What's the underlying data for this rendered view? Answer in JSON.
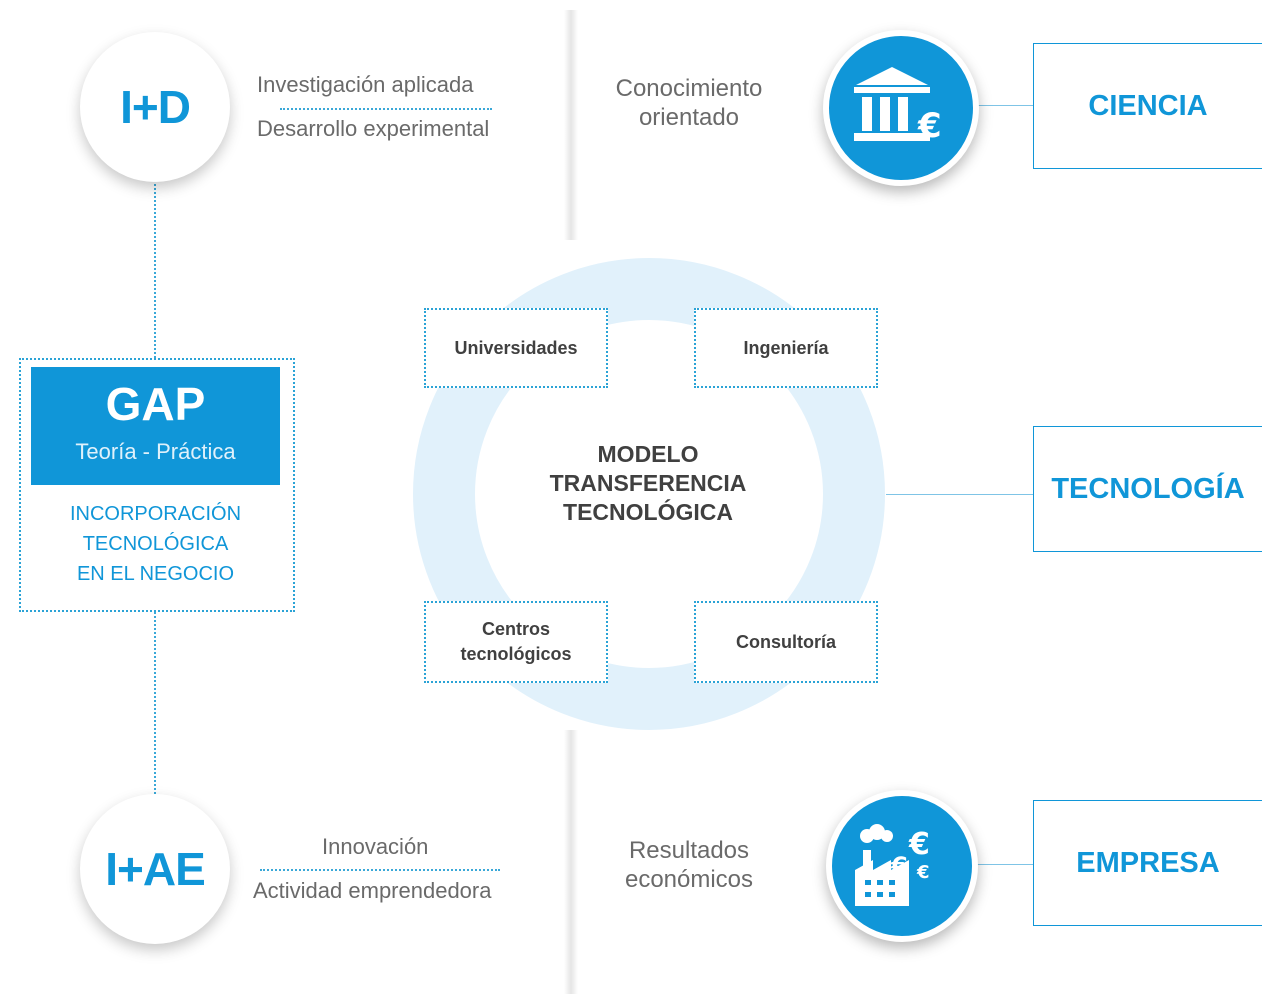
{
  "left": {
    "top_circle": "I+D",
    "top_lines": [
      "Investigación aplicada",
      "Desarrollo experimental"
    ],
    "gap_title": "GAP",
    "gap_subtitle": "Teoría - Práctica",
    "gap_caption": [
      "INCORPORACIÓN",
      "TECNOLÓGICA",
      "EN EL NEGOCIO"
    ],
    "bottom_circle": "I+AE",
    "bottom_lines": [
      "Innovación",
      "Actividad emprendedora"
    ]
  },
  "center": {
    "title": [
      "MODELO",
      "TRANSFERENCIA",
      "TECNOLÓGICA"
    ],
    "nodes": {
      "universidades": "Universidades",
      "ingenieria": "Ingeniería",
      "centros": [
        "Centros",
        "tecnológicos"
      ],
      "consultoria": "Consultoría"
    }
  },
  "middle": {
    "top_text": [
      "Conocimiento",
      "orientado"
    ],
    "bottom_text": [
      "Resultados",
      "económicos"
    ]
  },
  "right": {
    "ciencia": "CIENCIA",
    "tecnologia": "TECNOLOGÍA",
    "empresa": "EMPRESA"
  },
  "icons": {
    "top": "bank-euro-icon",
    "bottom": "factory-euro-icon"
  },
  "colors": {
    "accent": "#1096d8",
    "ring": "#e1f1fb",
    "text_gray": "#6a6a6a",
    "text_dark": "#404040"
  }
}
